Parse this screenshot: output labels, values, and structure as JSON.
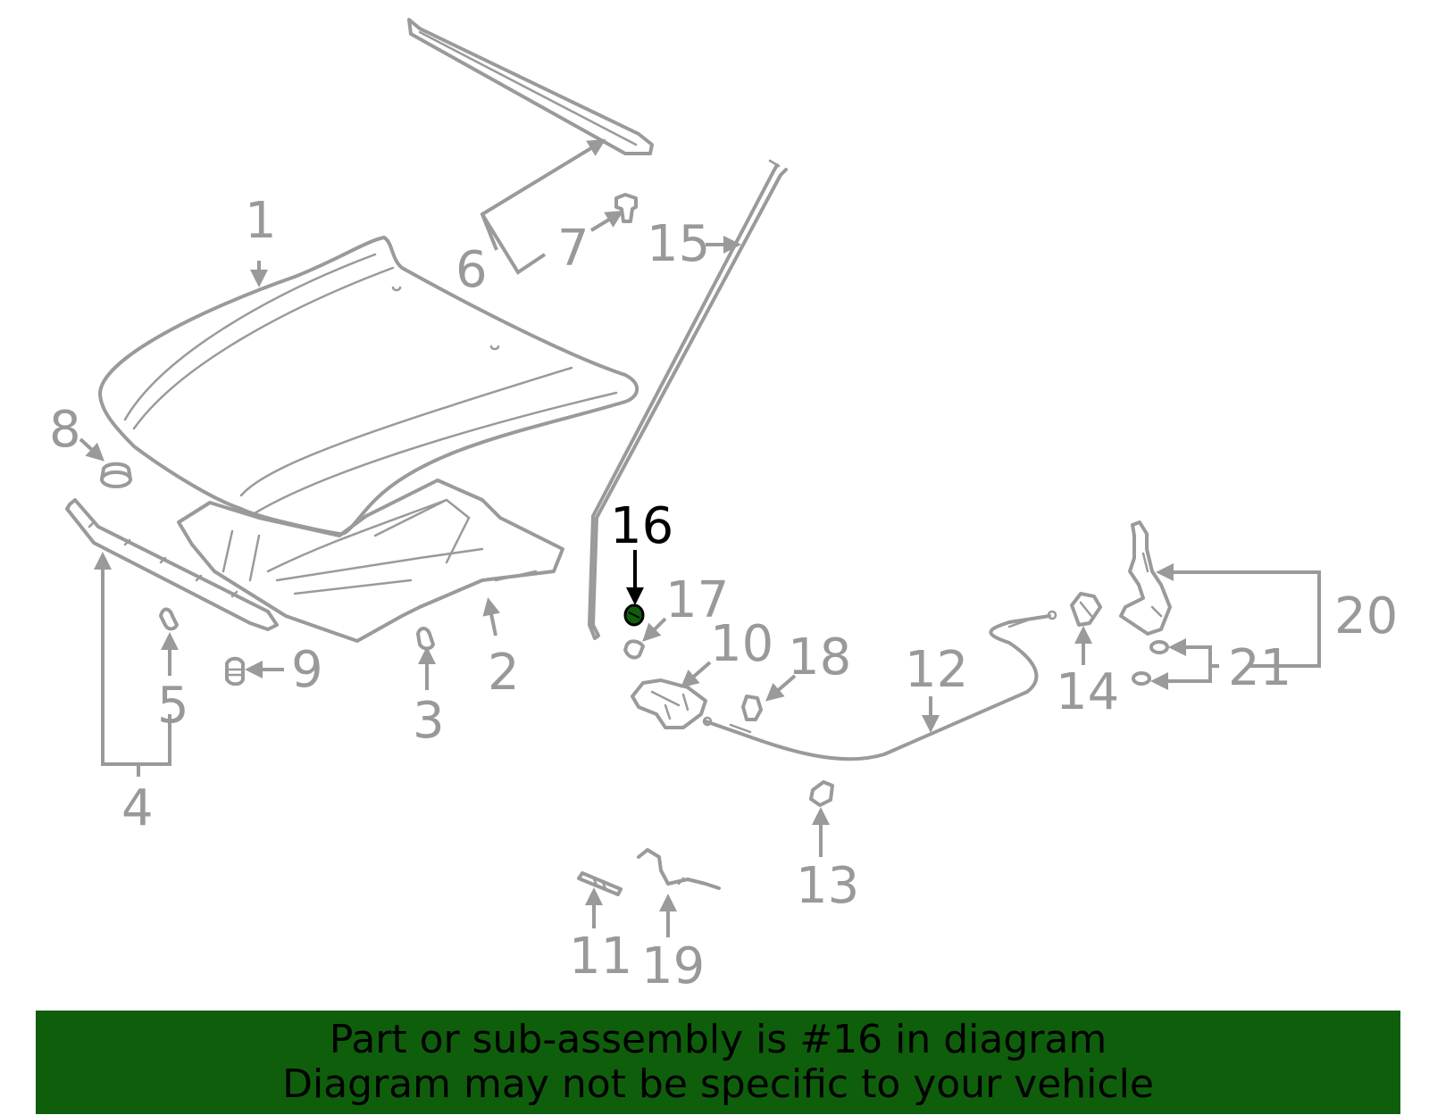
{
  "diagram": {
    "highlighted_part": "16",
    "callouts": [
      "1",
      "2",
      "3",
      "4",
      "5",
      "6",
      "7",
      "8",
      "9",
      "10",
      "11",
      "12",
      "13",
      "14",
      "15",
      "16",
      "17",
      "18",
      "19",
      "20",
      "21"
    ]
  },
  "banner": {
    "line1": "Part or sub-assembly is #16 in diagram",
    "line2": "Diagram may not be specific to your vehicle",
    "color": "#0f5e0c"
  },
  "colors": {
    "line_art": "#9a9a9a",
    "highlight": "#000000",
    "highlight_fill": "#0f5e0c"
  }
}
